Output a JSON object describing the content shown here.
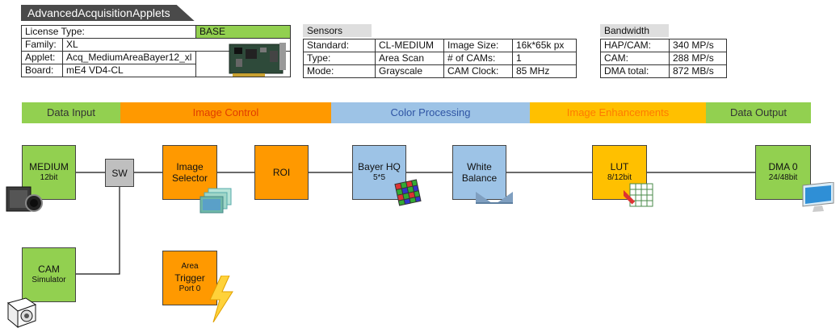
{
  "title": "AdvancedAcquisitionApplets",
  "license": {
    "label": "License Type:",
    "value": "BASE",
    "rows": [
      {
        "k": "Family:",
        "v": "XL"
      },
      {
        "k": "Applet:",
        "v": "Acq_MediumAreaBayer12_xl"
      },
      {
        "k": "Board:",
        "v": "mE4 VD4-CL"
      }
    ]
  },
  "sensors": {
    "title": "Sensors",
    "rows": [
      {
        "k1": "Standard:",
        "v1": "CL-MEDIUM",
        "k2": "Image Size:",
        "v2": "16k*65k px"
      },
      {
        "k1": "Type:",
        "v1": "Area Scan",
        "k2": "# of CAMs:",
        "v2": "1"
      },
      {
        "k1": "Mode:",
        "v1": "Grayscale",
        "k2": "CAM Clock:",
        "v2": "85 MHz"
      }
    ]
  },
  "bandwidth": {
    "title": "Bandwidth",
    "rows": [
      {
        "k": "HAP/CAM:",
        "v": "340 MP/s"
      },
      {
        "k": "CAM:",
        "v": "288 MP/s"
      },
      {
        "k": "DMA total:",
        "v": "872 MB/s"
      }
    ]
  },
  "stages": [
    "Data Input",
    "Image Control",
    "Color Processing",
    "Image Enhancements",
    "Data Output"
  ],
  "stage_colors": {
    "input": "#92d050",
    "control": "#ff9900",
    "color": "#9dc3e6",
    "enhance": "#ffc000",
    "output": "#92d050",
    "control_text": "#e03c00",
    "color_text": "#2f55a4",
    "enhance_text": "#ff7a00",
    "input_text": "#333333"
  },
  "blocks": {
    "medium": {
      "l1": "MEDIUM",
      "l2": "12bit"
    },
    "sw": "SW",
    "image_selector": {
      "l1": "Image",
      "l2": "Selector"
    },
    "roi": "ROI",
    "bayer": {
      "l1": "Bayer HQ",
      "l2": "5*5"
    },
    "white_balance": {
      "l1": "White",
      "l2": "Balance"
    },
    "lut": {
      "l1": "LUT",
      "l2": "8/12bit"
    },
    "dma": {
      "l1": "DMA 0",
      "l2": "24/48bit"
    },
    "cam_sim": {
      "l1": "CAM",
      "l2": "Simulator"
    },
    "trigger": {
      "l1": "Area",
      "l2": "Trigger",
      "l3": "Port 0"
    }
  },
  "icons": [
    "board-image",
    "camera-icon",
    "stacked-images-icon",
    "bayer-grid-icon",
    "balance-icon",
    "lut-pencil-icon",
    "monitor-icon",
    "camera-simulator-icon",
    "lightning-icon"
  ]
}
